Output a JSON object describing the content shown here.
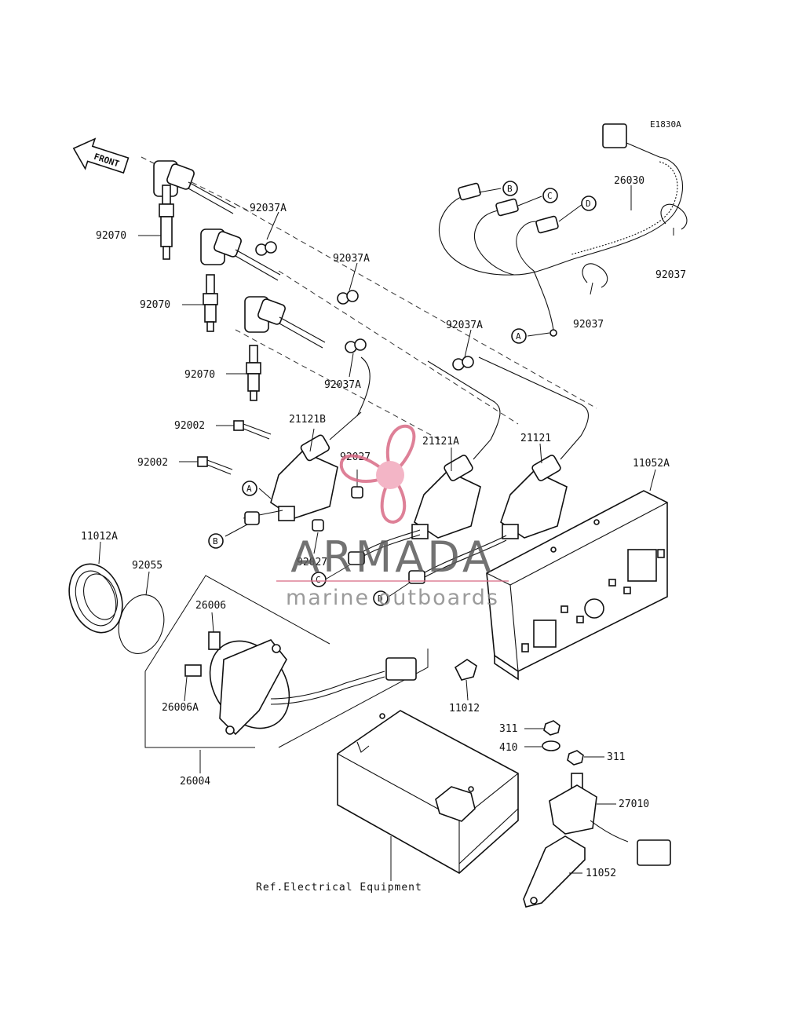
{
  "diagram_code": "E1830A",
  "front_label": "FRONT",
  "reference_note": "Ref.Electrical Equipment",
  "part_labels": {
    "p26030": "26030",
    "p92037_a": "92037",
    "p92037_b": "92037",
    "p92037A_1": "92037A",
    "p92037A_2": "92037A",
    "p92037A_3": "92037A",
    "p92037A_4": "92037A",
    "p92070_1": "92070",
    "p92070_2": "92070",
    "p92070_3": "92070",
    "p92002_1": "92002",
    "p92002_2": "92002",
    "p21121B": "21121B",
    "p21121A": "21121A",
    "p21121": "21121",
    "p92027_1": "92027",
    "p92027_2": "92027",
    "p11052A": "11052A",
    "p11012A": "11012A",
    "p92055": "92055",
    "p26006": "26006",
    "p26006A": "26006A",
    "p26004": "26004",
    "p11012": "11012",
    "p311_1": "311",
    "p410": "410",
    "p311_2": "311",
    "p27010": "27010",
    "p11052": "11052"
  },
  "connector_callouts": [
    "A",
    "B",
    "C",
    "D",
    "A",
    "B",
    "C",
    "D"
  ],
  "watermark": {
    "brand": "ARMADA",
    "tagline": "marine outboards",
    "color": "#d96a86"
  }
}
